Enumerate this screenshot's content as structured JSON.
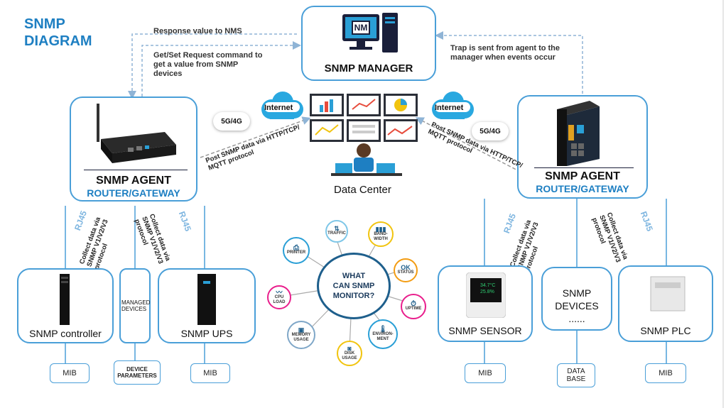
{
  "title": {
    "line1": "SNMP",
    "line2": "DIAGRAM"
  },
  "manager": {
    "icon_text": "NM",
    "label": "SNMP MANAGER"
  },
  "arrows": {
    "response": "Response value to NMS",
    "request_l1": "Get/Set Request command  to",
    "request_l2": "get a value from SNMP",
    "request_l3": "devices",
    "trap_l1": "Trap is sent from agent to the",
    "trap_l2": "manager when events occur"
  },
  "clouds": {
    "internet": "Internet",
    "net_5g": "5G/4G"
  },
  "post_text": {
    "line1": "Post SNMP data via HTTP/TCP/",
    "line2": "MQTT protocol"
  },
  "data_center": "Data Center",
  "agent_left": {
    "title": "SNMP AGENT",
    "subtitle": "ROUTER/GATEWAY"
  },
  "agent_right": {
    "title": "SNMP AGENT",
    "subtitle": "ROUTER/GATEWAY"
  },
  "collect": {
    "line1": "Collect data via",
    "line2": "SNMP V1/V2/V3",
    "line3": "protocol"
  },
  "rj45": "RJ45",
  "devices_left": {
    "controller": "SNMP controller",
    "managed": [
      "MANAGED",
      "DEVICES"
    ],
    "ups": "SNMP UPS"
  },
  "devices_right": {
    "sensor": "SNMP  SENSOR",
    "devices": [
      "SNMP",
      "DEVICES",
      "......"
    ],
    "plc": "SNMP  PLC",
    "sensor_readings": [
      "34.7°C",
      "25.8%"
    ]
  },
  "bottom_left": {
    "mib1": "MIB",
    "device_params": [
      "DEVICE",
      "PARAMETERS"
    ],
    "mib2": "MIB"
  },
  "bottom_right": {
    "mib1": "MIB",
    "database": [
      "DATA",
      "BASE"
    ],
    "mib2": "MIB"
  },
  "monitor": {
    "center": [
      "WHAT",
      "CAN SNMP",
      "MONITOR?"
    ],
    "items": {
      "traffic": "TRAFFIC",
      "bandwidth": [
        "BAND-",
        "WIDTH"
      ],
      "status_ok": "OK",
      "status": "STATUS",
      "uptime": "UPTIME",
      "environment": [
        "ENVIRON-",
        "MENT"
      ],
      "disk": [
        "DISK",
        "USAGE"
      ],
      "memory": [
        "MEMORY",
        "USAGE"
      ],
      "cpu": [
        "CPU",
        "LOAD"
      ],
      "printer": "PRINTER"
    }
  },
  "colors": {
    "brand_blue": "#1e7fc2",
    "box_border": "#4a9fd8",
    "dashed": "#8fb4d6"
  }
}
